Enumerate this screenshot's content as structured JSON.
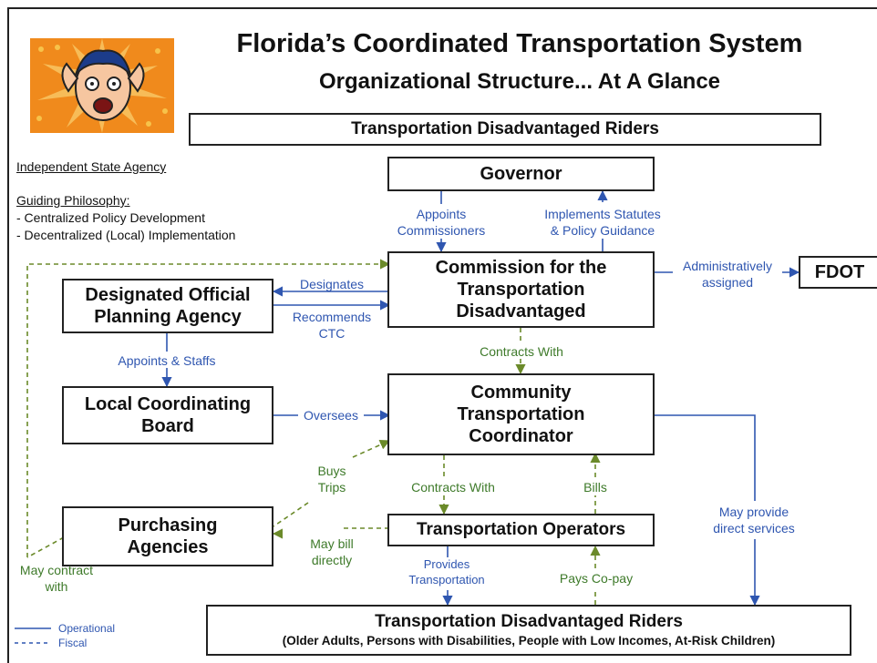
{
  "title": {
    "line1": "Florida’s Coordinated Transportation System",
    "line2": "Organizational Structure... At A Glance"
  },
  "top_banner": "Transportation Disadvantaged Riders",
  "sidebar": {
    "agency": "Independent State Agency",
    "philosophy_heading": "Guiding Philosophy:",
    "philosophy_items": [
      "- Centralized Policy Development",
      "- Decentralized (Local) Implementation"
    ]
  },
  "nodes": {
    "governor": "Governor",
    "commission": [
      "Commission for the",
      "Transportation",
      "Disadvantaged"
    ],
    "fdot": "FDOT",
    "dopa": [
      "Designated Official",
      "Planning Agency"
    ],
    "lcb": [
      "Local Coordinating",
      "Board"
    ],
    "ctc": [
      "Community",
      "Transportation",
      "Coordinator"
    ],
    "operators": "Transportation Operators",
    "purchasing": [
      "Purchasing",
      "Agencies"
    ],
    "riders": {
      "title": "Transportation Disadvantaged Riders",
      "subtitle": "(Older Adults, Persons with Disabilities, People with Low Incomes, At-Risk Children)"
    }
  },
  "edge_labels": {
    "appoints_commissioners": [
      "Appoints",
      "Commissioners"
    ],
    "implements_statutes": [
      "Implements Statutes",
      "& Policy Guidance"
    ],
    "administratively_assigned": [
      "Administratively",
      "assigned"
    ],
    "designates": "Designates",
    "recommends_ctc": [
      "Recommends",
      "CTC"
    ],
    "contracts_with_1": "Contracts With",
    "appoints_staffs": "Appoints & Staffs",
    "oversees": "Oversees",
    "buys_trips": [
      "Buys",
      "Trips"
    ],
    "contracts_with_2": "Contracts With",
    "bills": "Bills",
    "may_provide": [
      "May provide",
      "direct services"
    ],
    "may_bill": [
      "May bill",
      "directly"
    ],
    "may_contract": [
      "May contract",
      "with"
    ],
    "provides_transportation": [
      "Provides",
      "Transportation"
    ],
    "pays_copay": "Pays Co-pay"
  },
  "legend": {
    "operational": "Operational",
    "fiscal": "Fiscal"
  },
  "colors": {
    "operational": "#2f56b0",
    "fiscal": "#6b8a2a",
    "border": "#222222"
  },
  "icons": [
    "stressed-man-illustration"
  ]
}
